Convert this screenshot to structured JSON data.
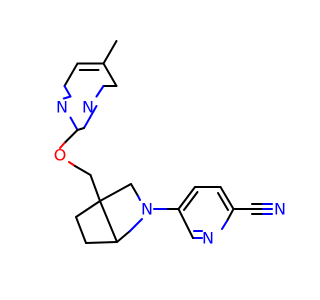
{
  "atoms": {
    "pyrimidine_n1": "N",
    "pyrimidine_n3": "N",
    "ether_o": "O",
    "pyrrolidine_n": "N",
    "pyridine_n": "N",
    "nitrile_n": "N"
  },
  "colors": {
    "bond": "#000000",
    "nitrogen": "#0000ff",
    "oxygen": "#ff0000",
    "background": "#ffffff"
  }
}
